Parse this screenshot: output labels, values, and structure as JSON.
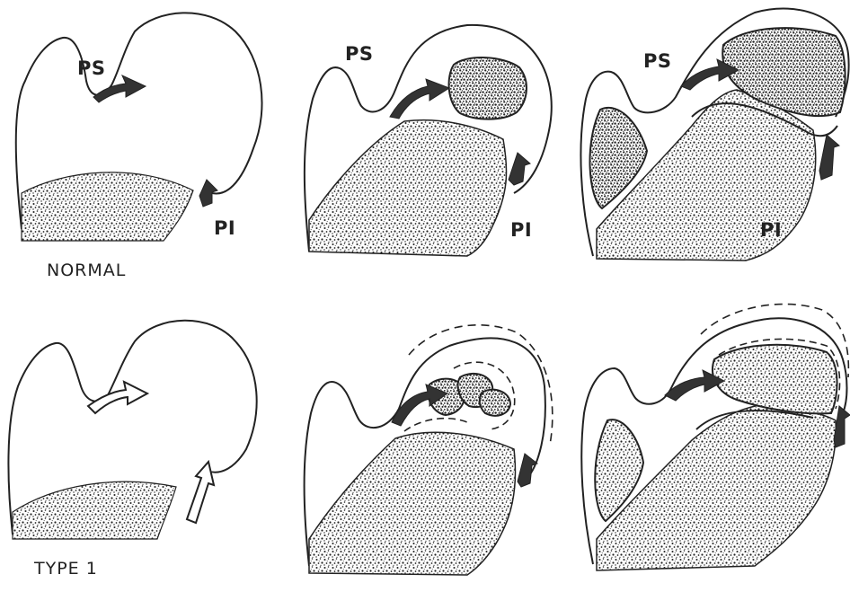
{
  "labels": {
    "ps": "PS",
    "pi": "PI"
  },
  "captions": {
    "normal": "NORMAL",
    "type1": "TYPE 1"
  },
  "colors": {
    "ink": "#222222",
    "paper": "#ffffff"
  },
  "icons": {
    "filled_arrow": "curved-filled-arrow-icon",
    "hollow_arrow": "curved-hollow-arrow-icon"
  }
}
